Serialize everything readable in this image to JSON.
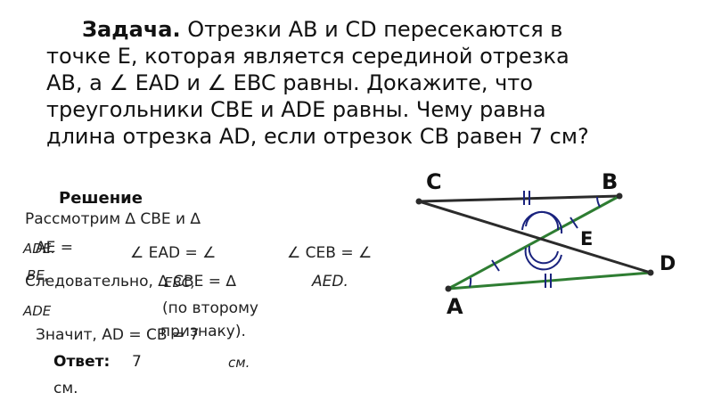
{
  "task": {
    "label": "Задача.",
    "lines": [
      "Отрезки AB и CD пересекаются в",
      "точке E, которая является серединой отрезка",
      "AB, а ∠ EAD и ∠ EBC равны. Докажите, что",
      "треугольники CBE и ADE равны. Чему равна",
      "длина отрезка AD, если отрезок CB равен 7 см?"
    ]
  },
  "solution": {
    "header": "Решение",
    "consider": "Рассмотрим ∆ CBE и ∆",
    "consider_cont": "ADE.",
    "ae_eq": "AE =",
    "ae_eq_cont": "BE,",
    "angle_ead": "∠ EAD = ∠",
    "angle_ead_cont": "EBC,",
    "angle_ceb": "∠ CEB = ∠",
    "angle_ceb_cont": "AED.",
    "therefore": "Следовательно, ∆ CBE = ∆",
    "therefore_cont": "ADE",
    "criterion": "(по второму",
    "criterion_cont": "признаку).",
    "hence": "Значит, AD = CB = 7",
    "hence_unit": "см.",
    "answer_label": "Ответ:",
    "answer_value": "7",
    "answer_unit": "см."
  },
  "figure": {
    "labels": {
      "A": "A",
      "B": "B",
      "C": "C",
      "D": "D",
      "E": "E"
    },
    "line_color": "#2b2b2b",
    "accent_color": "#2e7d32",
    "tick_color": "#1a237e"
  }
}
